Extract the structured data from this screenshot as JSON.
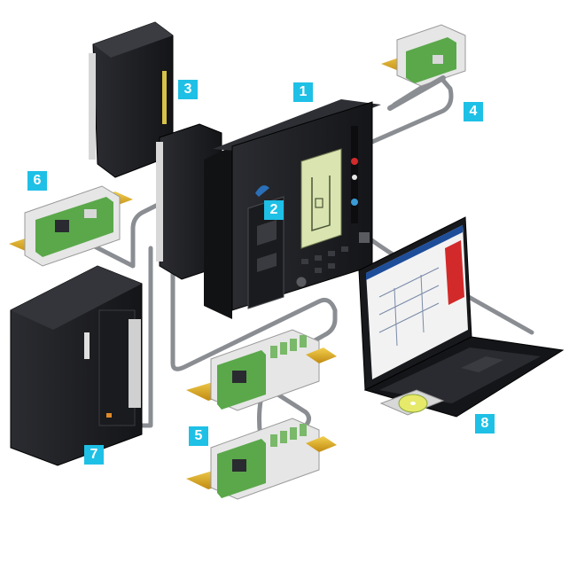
{
  "callouts": [
    {
      "id": "c1",
      "label": "1",
      "part": "main-protection-unit"
    },
    {
      "id": "c2",
      "label": "2",
      "part": "memory-cartridge"
    },
    {
      "id": "c3",
      "label": "3",
      "part": "io-module-stack"
    },
    {
      "id": "c4",
      "label": "4",
      "part": "rail-mounted-interface-module"
    },
    {
      "id": "c5",
      "label": "5",
      "part": "rail-mounted-io-modules"
    },
    {
      "id": "c6",
      "label": "6",
      "part": "rail-mounted-communication-module"
    },
    {
      "id": "c7",
      "label": "7",
      "part": "remote-display-unit"
    },
    {
      "id": "c8",
      "label": "8",
      "part": "laptop-with-software"
    }
  ],
  "colors": {
    "callout_bg": "#1ec0e6",
    "callout_text": "#ffffff",
    "device_body": "#1d1e22",
    "device_edge": "#3a3b40",
    "cable": "#8a8d92",
    "pcb": "#5aa84a",
    "rail": "#e0b02a",
    "lcd": "#d9e4b0",
    "laptop_screen_bg": "#f2f2f2",
    "laptop_accent": "#d22a2a"
  }
}
